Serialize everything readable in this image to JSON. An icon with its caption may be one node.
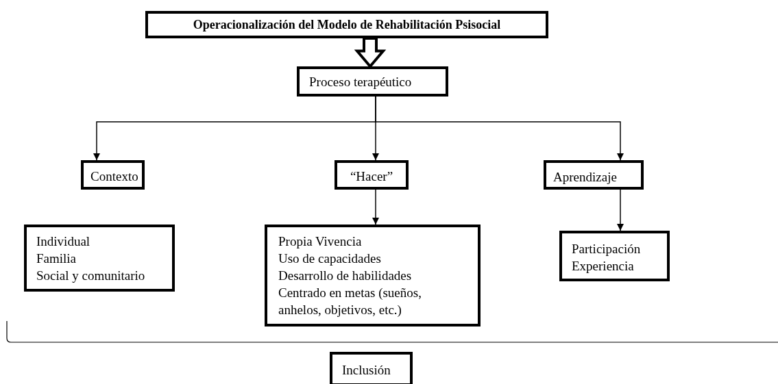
{
  "diagram": {
    "nodes": [
      {
        "text": [
          "Operacionalización del Modelo de Rehabilitación Psisocial"
        ]
      },
      {
        "text": [
          "Proceso terapéutico"
        ]
      },
      {
        "text": [
          "Contexto"
        ]
      },
      {
        "text": [
          "“Hacer”"
        ]
      },
      {
        "text": [
          "Aprendizaje"
        ]
      },
      {
        "text": [
          "Individual",
          "Familia",
          "Social y comunitario"
        ]
      },
      {
        "text": [
          "Propia Vivencia",
          "Uso de capacidades",
          "Desarrollo de habilidades",
          "Centrado en metas (sueños, anhelos, objetivos, etc.)"
        ]
      },
      {
        "text": [
          "Participación",
          "Experiencia"
        ]
      },
      {
        "text": [
          "Inclusión"
        ]
      }
    ],
    "edges": [
      {
        "from": 0,
        "to": 1,
        "arrow": "to",
        "style": "thick"
      },
      {
        "from": 1,
        "to": 2,
        "arrow": "to"
      },
      {
        "from": 1,
        "to": 3,
        "arrow": "to"
      },
      {
        "from": 1,
        "to": 4,
        "arrow": "to"
      },
      {
        "from": 3,
        "to": 6,
        "arrow": "to"
      },
      {
        "from": 4,
        "to": 7,
        "arrow": "to"
      }
    ]
  }
}
